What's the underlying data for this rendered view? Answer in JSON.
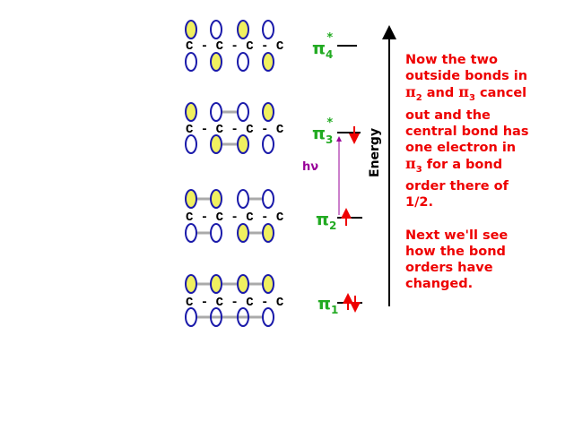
{
  "chain_text": "C - C - C - C",
  "levels": [
    {
      "id": "pi4",
      "label": "π",
      "sub": "4",
      "star": "*",
      "electrons": "none"
    },
    {
      "id": "pi3",
      "label": "π",
      "sub": "3",
      "star": "*",
      "electrons": "down"
    },
    {
      "id": "pi2",
      "label": "π",
      "sub": "2",
      "star": "",
      "electrons": "up"
    },
    {
      "id": "pi1",
      "label": "π",
      "sub": "1",
      "star": "",
      "electrons": "pair"
    }
  ],
  "excitation_label": "hν",
  "axis_label": "Energy",
  "note": {
    "line1_a": "Now the two outside bonds in ",
    "pi": "π",
    "sub2": "2",
    "and": " and ",
    "sub3": "3",
    "line1_b": " cancel out and the central bond has one electron in ",
    "line1_c": " for a bond order there of 1/2.",
    "line2": "Next we'll see how the bond orders have changed."
  },
  "colors": {
    "orbital_outline": "#1a1aaa",
    "orbital_fill": "#f0f060",
    "node_bond": "#aaaaaa",
    "level_label": "#22aa22",
    "electron": "#ee0000",
    "excitation": "#990099",
    "note_text": "#ee0000"
  }
}
